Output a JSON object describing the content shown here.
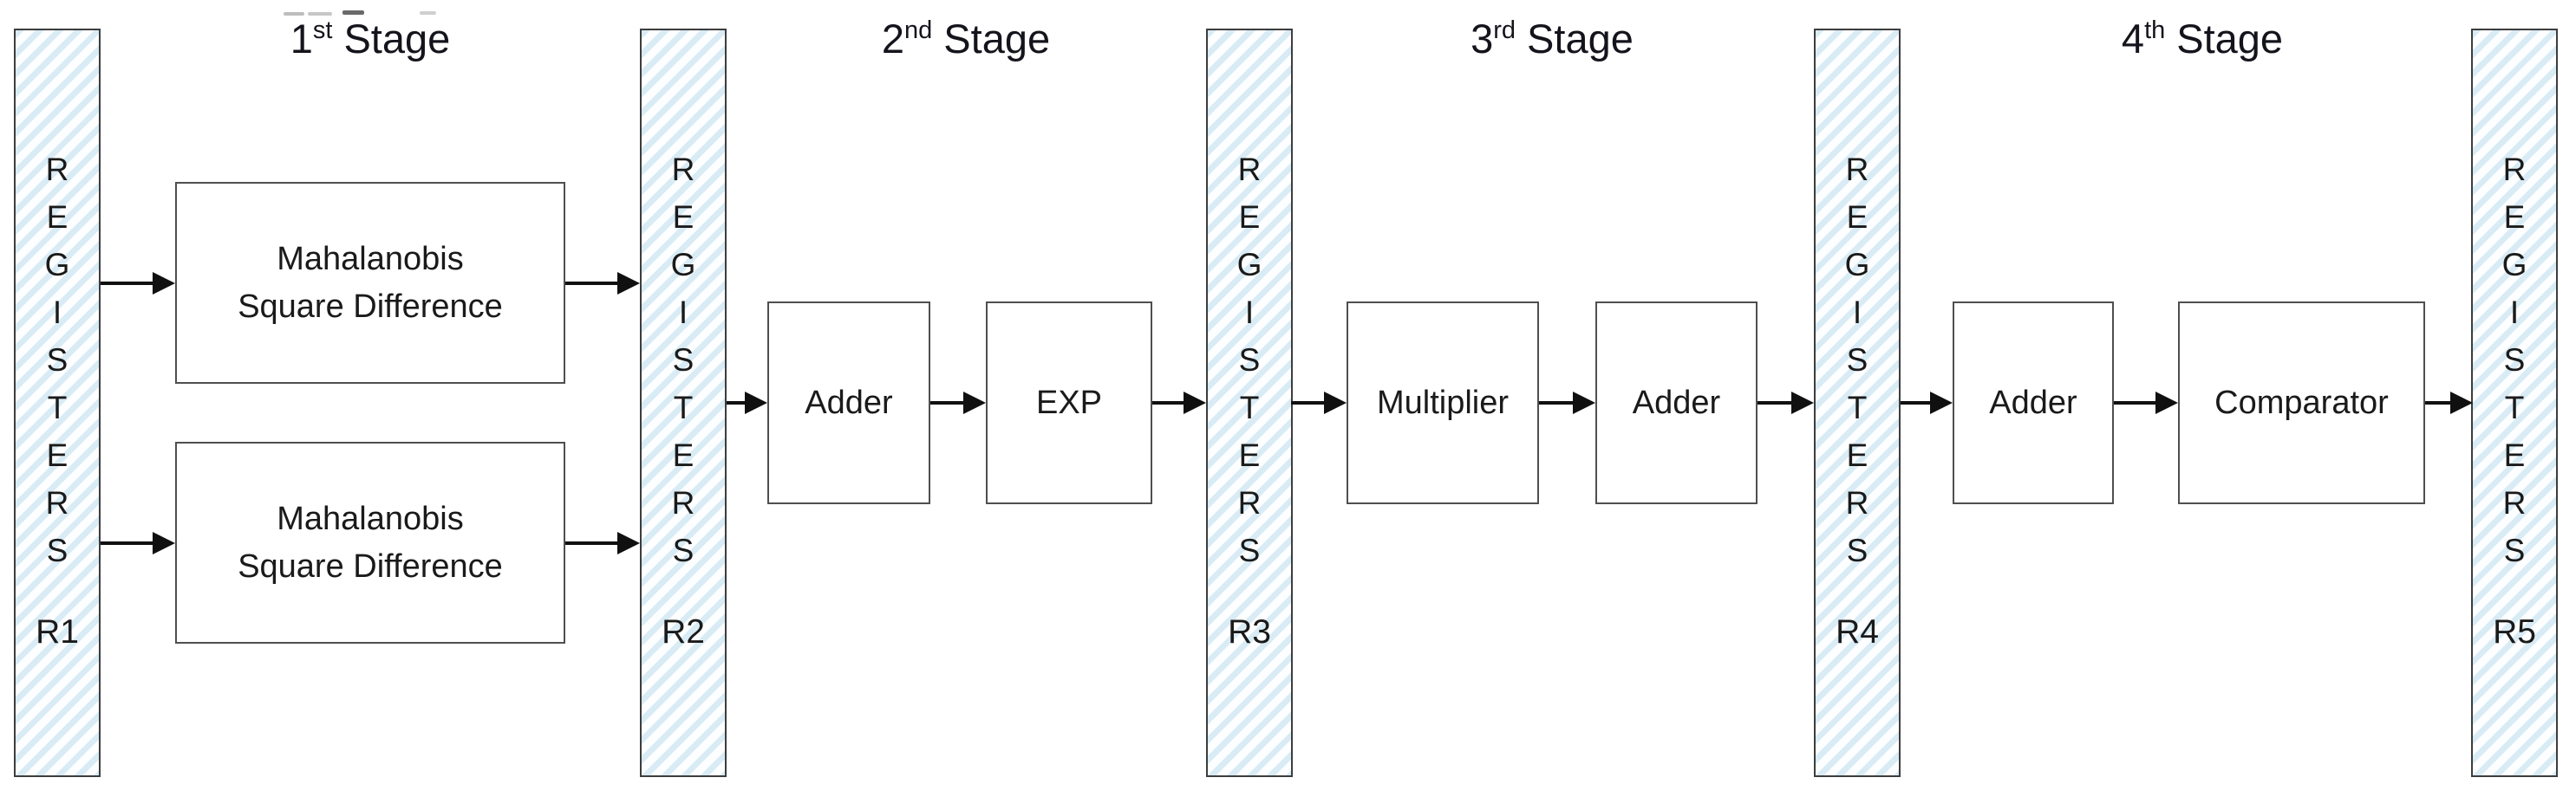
{
  "diagram": {
    "stages": [
      {
        "number": "1",
        "ordinal": "st",
        "word": "Stage"
      },
      {
        "number": "2",
        "ordinal": "nd",
        "word": "Stage"
      },
      {
        "number": "3",
        "ordinal": "rd",
        "word": "Stage"
      },
      {
        "number": "4",
        "ordinal": "th",
        "word": "Stage"
      }
    ],
    "registers": [
      {
        "vertical_text": "R\nE\nG\nI\nS\nT\nE\nR\nS",
        "label": "R1"
      },
      {
        "vertical_text": "R\nE\nG\nI\nS\nT\nE\nR\nS",
        "label": "R2"
      },
      {
        "vertical_text": "R\nE\nG\nI\nS\nT\nE\nR\nS",
        "label": "R3"
      },
      {
        "vertical_text": "R\nE\nG\nI\nS\nT\nE\nR\nS",
        "label": "R4"
      },
      {
        "vertical_text": "R\nE\nG\nI\nS\nT\nE\nR\nS",
        "label": "R5"
      }
    ],
    "blocks": [
      {
        "line1": "Mahalanobis",
        "line2": "Square Difference"
      },
      {
        "line1": "Mahalanobis",
        "line2": "Square Difference"
      },
      {
        "line1": "Adder"
      },
      {
        "line1": "EXP"
      },
      {
        "line1": "Multiplier"
      },
      {
        "line1": "Adder"
      },
      {
        "line1": "Adder"
      },
      {
        "line1": "Comparator"
      }
    ],
    "colors": {
      "register_stripe": "#d9ecf5",
      "register_bg": "#fdfeff",
      "register_border": "#3d3d3d",
      "block_border": "#4f4f4f",
      "text": "#1a1a1a",
      "arrow": "#101010",
      "title": "#14141c"
    }
  }
}
